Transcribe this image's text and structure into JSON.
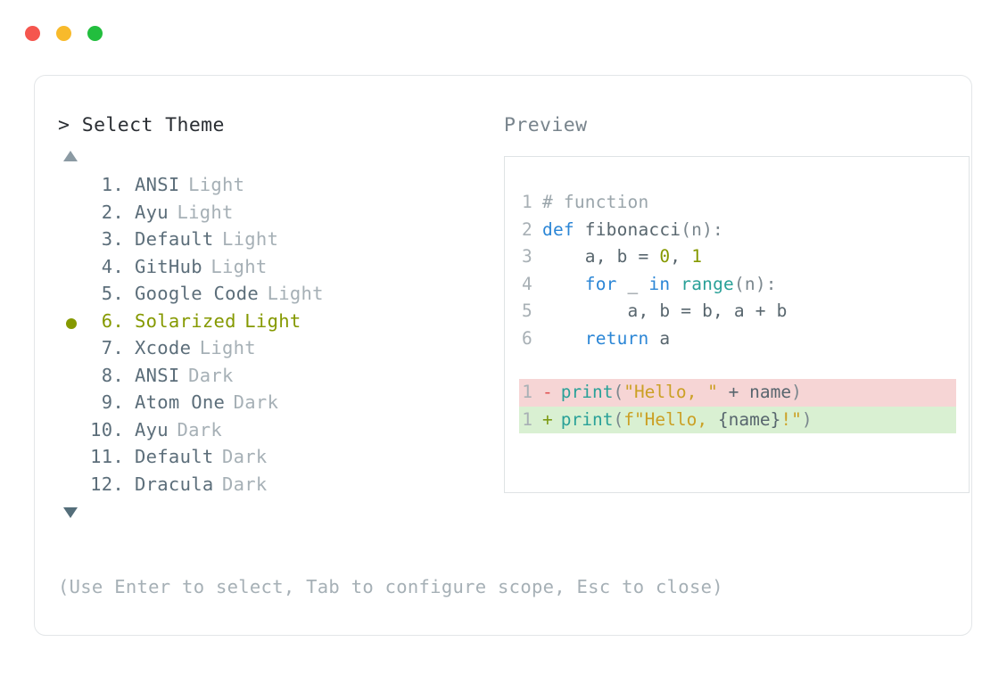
{
  "window": {
    "traffic_lights": [
      {
        "name": "close",
        "color": "#f5564e"
      },
      {
        "name": "minimize",
        "color": "#f8ba2b"
      },
      {
        "name": "maximize",
        "color": "#22be3e"
      }
    ]
  },
  "picker": {
    "prompt_symbol": ">",
    "title": "Select Theme",
    "scroll_up_icon": "triangle-up",
    "scroll_down_icon": "triangle-down",
    "selected_index": 6,
    "selected_color": "#859900",
    "items": [
      {
        "number": "1.",
        "name": "ANSI",
        "variant": "Light",
        "selected": false
      },
      {
        "number": "2.",
        "name": "Ayu",
        "variant": "Light",
        "selected": false
      },
      {
        "number": "3.",
        "name": "Default",
        "variant": "Light",
        "selected": false
      },
      {
        "number": "4.",
        "name": "GitHub",
        "variant": "Light",
        "selected": false
      },
      {
        "number": "5.",
        "name": "Google Code",
        "variant": "Light",
        "selected": false
      },
      {
        "number": "6.",
        "name": "Solarized",
        "variant": "Light",
        "selected": true
      },
      {
        "number": "7.",
        "name": "Xcode",
        "variant": "Light",
        "selected": false
      },
      {
        "number": "8.",
        "name": "ANSI",
        "variant": "Dark",
        "selected": false
      },
      {
        "number": "9.",
        "name": "Atom One",
        "variant": "Dark",
        "selected": false
      },
      {
        "number": "10.",
        "name": "Ayu",
        "variant": "Dark",
        "selected": false
      },
      {
        "number": "11.",
        "name": "Default",
        "variant": "Dark",
        "selected": false
      },
      {
        "number": "12.",
        "name": "Dracula",
        "variant": "Dark",
        "selected": false
      }
    ]
  },
  "preview": {
    "label": "Preview",
    "code_lines": [
      {
        "number": "1",
        "tokens": [
          {
            "t": "# function",
            "c": "comment"
          }
        ]
      },
      {
        "number": "2",
        "tokens": [
          {
            "t": "def",
            "c": "kw"
          },
          {
            "t": " fibonacci",
            "c": "plain"
          },
          {
            "t": "(n):",
            "c": "punct"
          }
        ]
      },
      {
        "number": "3",
        "tokens": [
          {
            "t": "    a, b = ",
            "c": "plain"
          },
          {
            "t": "0",
            "c": "num"
          },
          {
            "t": ", ",
            "c": "plain"
          },
          {
            "t": "1",
            "c": "num"
          }
        ]
      },
      {
        "number": "4",
        "tokens": [
          {
            "t": "    ",
            "c": "plain"
          },
          {
            "t": "for",
            "c": "kw"
          },
          {
            "t": " _ ",
            "c": "plain"
          },
          {
            "t": "in",
            "c": "kw"
          },
          {
            "t": " ",
            "c": "plain"
          },
          {
            "t": "range",
            "c": "fn"
          },
          {
            "t": "(n):",
            "c": "punct"
          }
        ]
      },
      {
        "number": "5",
        "tokens": [
          {
            "t": "        a, b = b, a + b",
            "c": "plain"
          }
        ]
      },
      {
        "number": "6",
        "tokens": [
          {
            "t": "    ",
            "c": "plain"
          },
          {
            "t": "return",
            "c": "kw"
          },
          {
            "t": " a",
            "c": "plain"
          }
        ]
      }
    ],
    "diff_lines": [
      {
        "number": "1",
        "kind": "minus",
        "sign": "-",
        "tokens": [
          {
            "t": "print",
            "c": "fn"
          },
          {
            "t": "(",
            "c": "punct"
          },
          {
            "t": "\"Hello, \"",
            "c": "str"
          },
          {
            "t": " + name",
            "c": "plain"
          },
          {
            "t": ")",
            "c": "punct"
          }
        ]
      },
      {
        "number": "1",
        "kind": "plus",
        "sign": "+",
        "tokens": [
          {
            "t": "print",
            "c": "fn"
          },
          {
            "t": "(",
            "c": "punct"
          },
          {
            "t": "f\"Hello, ",
            "c": "str"
          },
          {
            "t": "{name}",
            "c": "plain"
          },
          {
            "t": "!\"",
            "c": "str"
          },
          {
            "t": ")",
            "c": "punct"
          }
        ]
      }
    ]
  },
  "footer": {
    "hint": "(Use Enter to select, Tab to configure scope, Esc to close)"
  }
}
